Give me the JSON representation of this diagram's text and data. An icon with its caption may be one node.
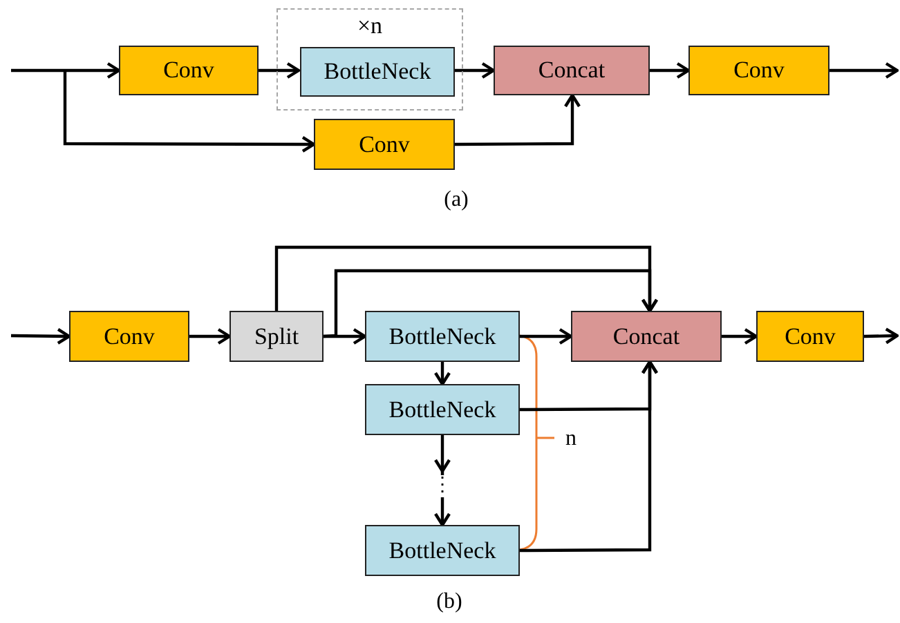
{
  "diagram": {
    "nodes": [
      {
        "text": [
          "Conv"
        ]
      },
      {
        "text": [
          "×n"
        ]
      },
      {
        "text": [
          "BottleNeck"
        ],
        "in": 1
      },
      {
        "text": [
          "Concat"
        ]
      },
      {
        "text": [
          "Conv"
        ]
      },
      {
        "text": [
          "Conv"
        ]
      },
      {
        "text": [
          "Conv"
        ]
      },
      {
        "text": [
          "Split"
        ]
      },
      {
        "text": [
          "BottleNeck"
        ]
      },
      {
        "text": [
          "BottleNeck"
        ]
      },
      {
        "text": [
          "BottleNeck"
        ]
      },
      {
        "text": [
          "Concat"
        ]
      },
      {
        "text": [
          "Conv"
        ]
      }
    ],
    "edges": [
      {
        "from": null,
        "to": 0,
        "arrow": "to"
      },
      {
        "from": null,
        "to": 5,
        "arrow": "to"
      },
      {
        "from": 0,
        "to": 2,
        "arrow": "to"
      },
      {
        "from": 2,
        "to": 3,
        "arrow": "to"
      },
      {
        "from": 5,
        "to": 3,
        "arrow": "to"
      },
      {
        "from": 3,
        "to": 4,
        "arrow": "to"
      },
      {
        "from": 4,
        "to": null,
        "arrow": "to"
      },
      {
        "from": null,
        "to": 6,
        "arrow": "to"
      },
      {
        "from": 6,
        "to": 7,
        "arrow": "to"
      },
      {
        "from": 7,
        "to": 8,
        "arrow": "to"
      },
      {
        "from": 7,
        "to": 11,
        "arrow": "to"
      },
      {
        "from": 7,
        "to": 11,
        "arrow": "to"
      },
      {
        "from": 8,
        "to": 11,
        "arrow": "to"
      },
      {
        "from": 8,
        "to": 9,
        "arrow": "to"
      },
      {
        "from": 9,
        "to": 10,
        "arrow": "to",
        "label": "⋮"
      },
      {
        "from": 9,
        "to": 11,
        "arrow": "to"
      },
      {
        "from": 10,
        "to": 11,
        "arrow": "to"
      },
      {
        "from": 11,
        "to": 12,
        "arrow": "to"
      },
      {
        "from": 12,
        "to": null,
        "arrow": "to"
      }
    ],
    "labels": [
      "(a)",
      "n",
      "(b)"
    ]
  }
}
